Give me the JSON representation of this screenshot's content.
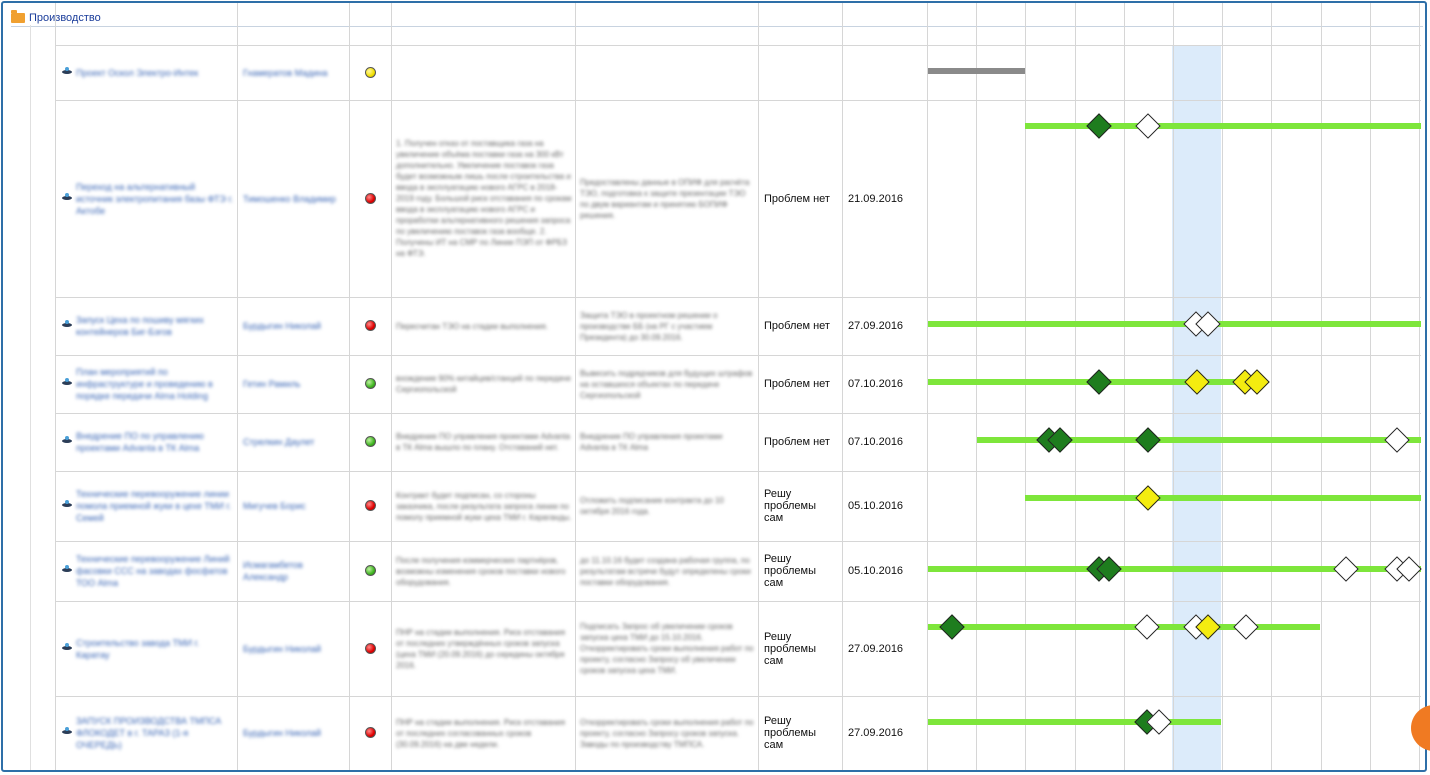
{
  "header": {
    "title": "Производство",
    "folder_icon": "folder-icon"
  },
  "colors": {
    "accent_border": "#2e6fa8",
    "bar_green": "#7ee63b",
    "diamond_dark_green": "#1e7d1e",
    "diamond_yellow": "#f4ec10",
    "highlight": "#dcebfa"
  },
  "rows": [
    {
      "project": "Проект Оскол Электро-Интек",
      "owner": "Гнамератов Мадина",
      "status": "yellow",
      "issue": "",
      "action": "",
      "problem": "",
      "date": ""
    },
    {
      "project": "Переход на альтернативный источник электропитания базы ФТЭ г. Актобе",
      "owner": "Тимошенко Владимир",
      "status": "red",
      "issue": "1. Получен отказ от поставщика газа на увеличение объёма поставки газа на 300 кВт дополнительно. Увеличение поставок газа будет возможным лишь после строительства и ввода в эксплуатацию нового АГРС в 2018-2019 году. Большой риск отставания по срокам ввода в эксплуатацию нового АГРС и проработки альтернативного решения запроса по увеличению поставок газа вообще. 2. Получены ИТ на СМР по Линии ПЭП от ФРБЗ на ФТЭ.",
      "action": "Предоставлены данные в ОПИФ для расчёта ТЭО, подготовка к защите презентации ТЭО по двум вариантам и принятию БОПИФ решения.",
      "problem": "Проблем нет",
      "date": "21.09.2016"
    },
    {
      "project": "Запуск Цеха по пошиву мягких контейнеров Биг-Бэгов",
      "owner": "Бурдыгин Николай",
      "status": "red",
      "issue": "Пересчитан ТЭО на стадии выполнения.",
      "action": "Защита ТЭО в проектном решении о производстве ББ (на РГ с участием Президента) до 30.09.2016.",
      "problem": "Проблем нет",
      "date": "27.09.2016"
    },
    {
      "project": "План мероприятий по инфраструктуре и проведению в порядке передачи Alma Holding",
      "owner": "Гетин Рамиль",
      "status": "green",
      "issue": "вхождение 90% китайцев/станций по передаче Сергиопольской",
      "action": "Вывесить подрядчиков для будущих штрафов на оставшихся объектах по передаче Сергиопольской",
      "problem": "Проблем нет",
      "date": "07.10.2016"
    },
    {
      "project": "Внедрение ПО по управлению проектами Advanta в ТК Alma",
      "owner": "Стрелкин Даулет",
      "status": "green",
      "issue": "Внедрение ПО управления проектами Advanta в ТК Alma вышло по плану. Отставаний нет.",
      "action": "Внедрение ПО управления проектами Advanta в ТК Alma",
      "problem": "Проблем нет",
      "date": "07.10.2016"
    },
    {
      "project": "Технические перевооружение линии помола приемной жуки в цехе ТМИ г. Семей",
      "owner": "Мигучев Борис",
      "status": "red",
      "issue": "Контракт будет подписан, со стороны заказчика, после результата запроса линии по помолу приемной жуки цеха ТМИ г. Караганды.",
      "action": "Отложить подписание контракта до 10 октября 2016 года.",
      "problem": "Решу проблемы сам",
      "date": "05.10.2016"
    },
    {
      "project": "Технические перевооружение Линий фасовки ССС на заводах фосфатов ТОО Alma",
      "owner": "Исмагамбетов Александр",
      "status": "green",
      "issue": "После получения коммерческих партнёров, возможны изменения сроков поставки нового оборудования.",
      "action": "до 11.10.16 будет создана рабочая группа, по результатам встречи будут определены сроки поставки оборудования.",
      "problem": "Решу проблемы сам",
      "date": "05.10.2016"
    },
    {
      "project": "Строительство завода ТМИ г. Каратау",
      "owner": "Бурдыгин Николай",
      "status": "red",
      "issue": "ПНР на стадии выполнения. Риск отставания от последних утверждённых сроков запуска (цеха ТМИ (20.09.2016) до середины октября 2016.",
      "action": "Подписать Запрос об увеличении сроков запуска цеха ТМИ до 15.10.2016. Откорректировать сроки выполнения работ по проекту, согласно Запросу об увеличении сроков запуска цеха ТМИ.",
      "problem": "Решу проблемы сам",
      "date": "27.09.2016"
    },
    {
      "project": "ЗАПУСК ПРОИЗВОДСТВА ТМПСА ФЛОКОДЕТ в г. ТАРАЗ (1-я ОЧЕРЕДЬ)",
      "owner": "Бурдыгин Николай",
      "status": "red",
      "issue": "ПНР на стадии выполнения. Риск отставания от последних согласованных сроков (30.09.2016) на две недели.",
      "action": "Откорректировать сроки выполнения работ по проекту, согласно Запросу сроков запуска. Заводы по производству ТМПСА.",
      "problem": "Решу проблемы сам",
      "date": "27.09.2016"
    }
  ]
}
